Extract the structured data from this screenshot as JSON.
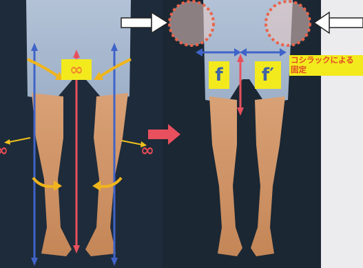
{
  "labels": {
    "left_infinity": "∞",
    "mid_infinity": "∞",
    "edge_infinity": "∞",
    "f": "f",
    "f_prime": "f′",
    "caption": "コシラックによる\n固定"
  },
  "colors": {
    "left_background": "#1e2b3a",
    "right_background": "#1b2733",
    "highlight_yellow": "#f3ea1e",
    "arrow_blue": "#3f63c8",
    "arrow_red": "#e8505d",
    "orange_curve": "#f0b51c",
    "dashed_circle": "#e8644c",
    "label_blue_text": "#3f63a6",
    "label_orange_text": "#f28a2e",
    "caption_red_text": "#e14b24"
  },
  "icons": {
    "transition_arrow": "red-right-arrow",
    "pointer_left": "white-right-arrow",
    "pointer_right": "white-left-arrow"
  }
}
